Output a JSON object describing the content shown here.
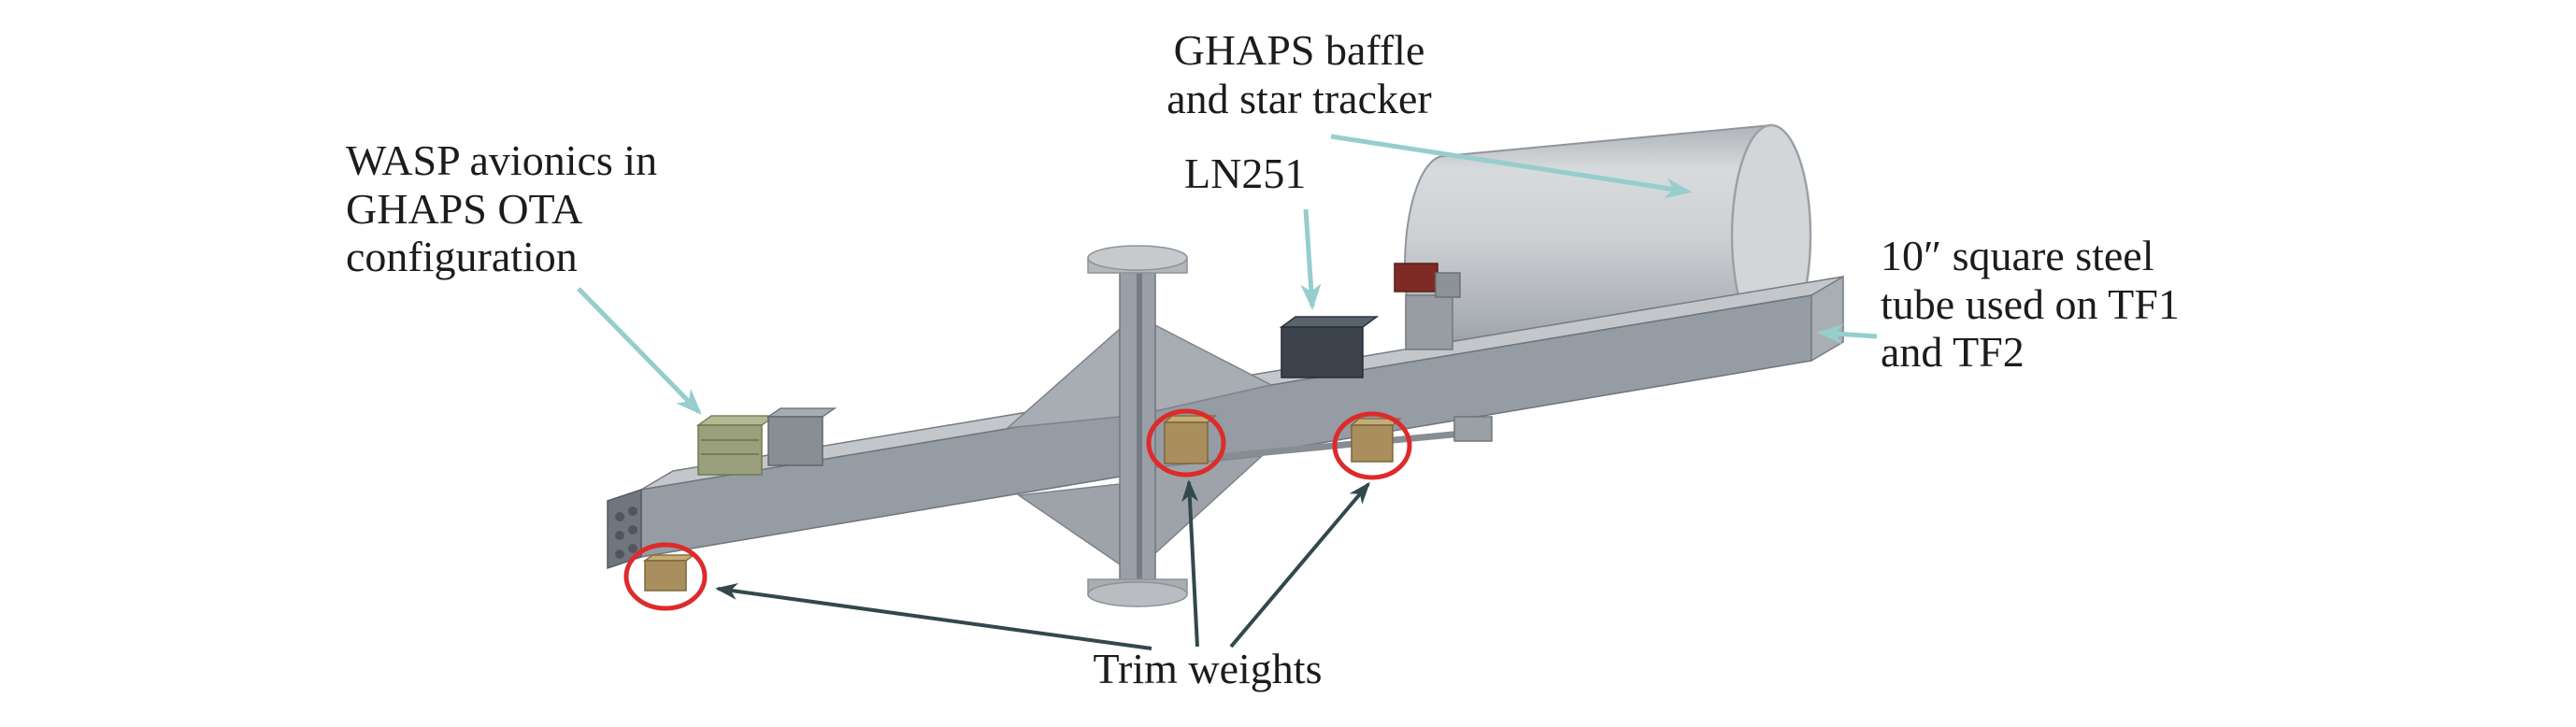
{
  "figure": {
    "type": "annotated-engineering-diagram",
    "description_visible_text_only": true,
    "labels": {
      "baffle": {
        "line1": "GHAPS baffle",
        "line2": "and star tracker"
      },
      "ln251": {
        "text": "LN251"
      },
      "wasp": {
        "line1": "WASP avionics in",
        "line2": "GHAPS OTA",
        "line3": "configuration"
      },
      "tube": {
        "line1": "10″ square steel",
        "line2": "tube used on TF1",
        "line3": "and TF2"
      },
      "trim_weights": {
        "text": "Trim weights"
      }
    },
    "colors": {
      "background": "#ffffff",
      "text": "#1c1c1c",
      "leader_teal": "#96cdcd",
      "arrow_dark": "#33484d",
      "highlight_red": "#dd2b2b",
      "beam_top": "#c3c7cb",
      "beam_front": "#959ca3",
      "beam_end_face": "#70767d",
      "cylinder_cap": "#d3d6d9",
      "pillar": "#9aa0a7",
      "avionics_green": "#9aa07b",
      "avionics_gray": "#888e94",
      "ln251_box": "#3c434c",
      "star_tracker_red": "#7e2b26",
      "trim_weight": "#a98f5e"
    }
  }
}
